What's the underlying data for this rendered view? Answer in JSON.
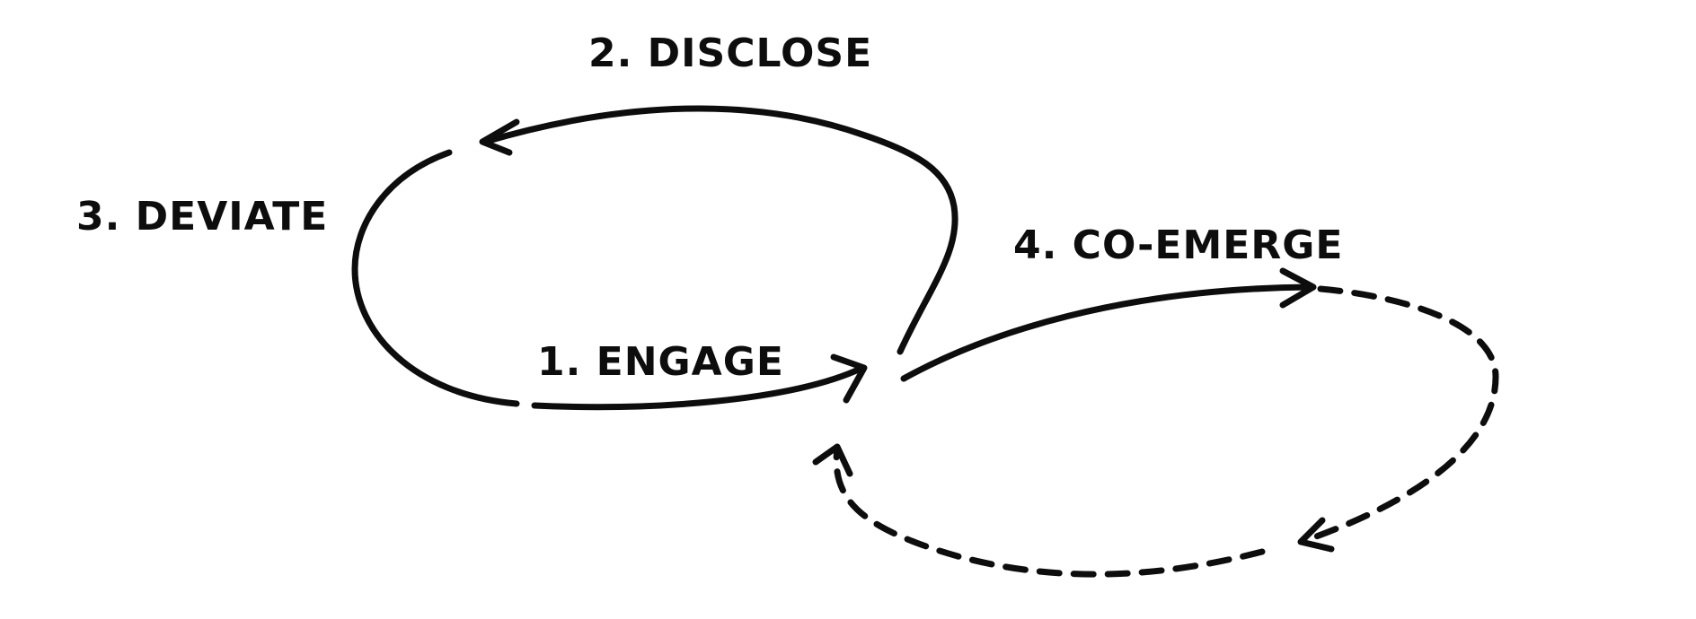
{
  "diagram": {
    "labels": {
      "engage": "1. ENGAGE",
      "disclose": "2. DISCLOSE",
      "deviate": "3. DEVIATE",
      "co_emerge": "4. CO-EMERGE"
    },
    "colors": {
      "ink": "#0d0d0d",
      "background": "#ffffff"
    }
  }
}
